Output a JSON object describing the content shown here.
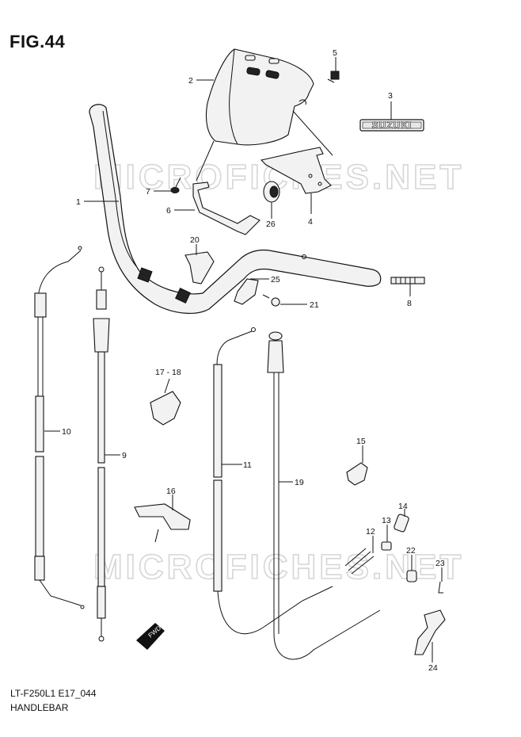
{
  "figure": {
    "title": "FIG.44"
  },
  "footer": {
    "code": "LT-F250L1 E17_044",
    "title": "HANDLEBAR"
  },
  "watermark": {
    "text": "MICROFICHES.NET"
  },
  "emblem": {
    "text": "SUZUKI"
  },
  "fwd_arrow": {
    "text": "FWD"
  },
  "callouts": [
    {
      "id": "1",
      "label": "1"
    },
    {
      "id": "2",
      "label": "2"
    },
    {
      "id": "3",
      "label": "3"
    },
    {
      "id": "4",
      "label": "4"
    },
    {
      "id": "5",
      "label": "5"
    },
    {
      "id": "6",
      "label": "6"
    },
    {
      "id": "7",
      "label": "7"
    },
    {
      "id": "8",
      "label": "8"
    },
    {
      "id": "9",
      "label": "9"
    },
    {
      "id": "10",
      "label": "10"
    },
    {
      "id": "11",
      "label": "11"
    },
    {
      "id": "12",
      "label": "12"
    },
    {
      "id": "13",
      "label": "13"
    },
    {
      "id": "14",
      "label": "14"
    },
    {
      "id": "15",
      "label": "15"
    },
    {
      "id": "16",
      "label": "16"
    },
    {
      "id": "17-18",
      "label": "17 - 18"
    },
    {
      "id": "19",
      "label": "19"
    },
    {
      "id": "20",
      "label": "20"
    },
    {
      "id": "21",
      "label": "21"
    },
    {
      "id": "22",
      "label": "22"
    },
    {
      "id": "23",
      "label": "23"
    },
    {
      "id": "24",
      "label": "24"
    },
    {
      "id": "25",
      "label": "25"
    },
    {
      "id": "26",
      "label": "26"
    }
  ]
}
